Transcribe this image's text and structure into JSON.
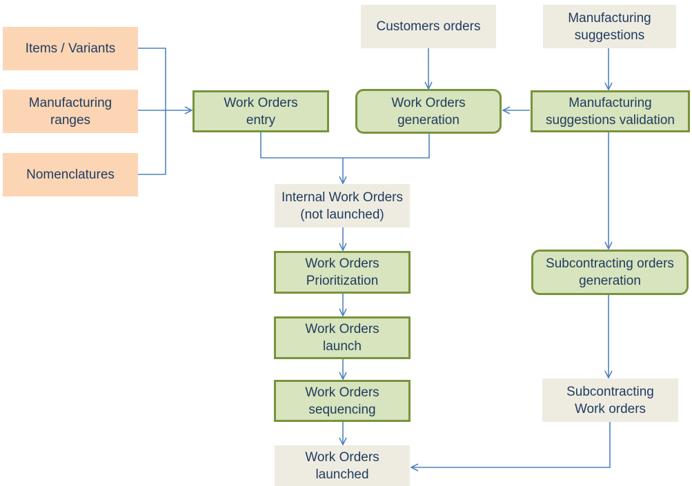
{
  "colors": {
    "input_fill": "#fcd5b5",
    "data_fill": "#eeece1",
    "process_fill": "#d7e4bd",
    "process_border": "#77933c",
    "connector": "#4f81bd",
    "text": "#1f3a5f"
  },
  "nodes": {
    "items_variants": "Items / Variants",
    "manufacturing_ranges": "Manufacturing\nranges",
    "nomenclatures": "Nomenclatures",
    "customers_orders": "Customers orders",
    "manufacturing_suggestions": "Manufacturing\nsuggestions",
    "work_orders_entry": "Work Orders\nentry",
    "work_orders_generation": "Work Orders\ngeneration",
    "manufacturing_suggestions_validation": "Manufacturing\nsuggestions validation",
    "internal_work_orders": "Internal Work Orders\n(not launched)",
    "work_orders_prioritization": "Work Orders\nPrioritization",
    "work_orders_launch": "Work Orders\nlaunch",
    "work_orders_sequencing": "Work Orders\nsequencing",
    "work_orders_launched": "Work Orders\nlaunched",
    "subcontracting_orders_generation": "Subcontracting orders\ngeneration",
    "subcontracting_work_orders": "Subcontracting\nWork orders"
  }
}
